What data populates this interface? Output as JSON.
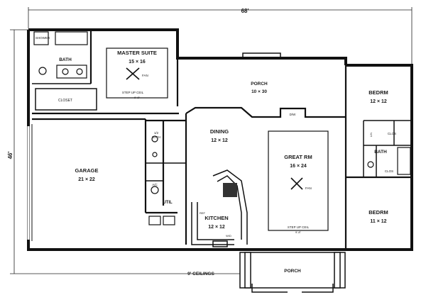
{
  "dimensions": {
    "width": "68'",
    "depth": "46'"
  },
  "rooms": {
    "master_suite": {
      "name": "MASTER SUITE",
      "size": "15 × 16",
      "ceiling": "STEP UP CEIL",
      "ceiling_height": "9'-8\""
    },
    "bath_master": {
      "name": "BATH"
    },
    "shower": {
      "name": "SHOWER"
    },
    "closet": {
      "name": "CLOSET"
    },
    "porch_rear": {
      "name": "PORCH",
      "size": "10 × 30"
    },
    "bedroom_1": {
      "name": "BEDRM",
      "size": "12 × 12"
    },
    "clos_1": {
      "name": "CLOS"
    },
    "lin": {
      "name": "LIN"
    },
    "bath_2": {
      "name": "BATH"
    },
    "clos_2": {
      "name": "CLOS"
    },
    "dining": {
      "name": "DINING",
      "size": "12 × 12"
    },
    "great_room": {
      "name": "GREAT RM",
      "size": "16 × 24",
      "ceiling": "STEP UP CEIL",
      "ceiling_height": "9'-8\""
    },
    "half_bath": {
      "name": "1/2",
      "name2": "BATH"
    },
    "garage": {
      "name": "GARAGE",
      "size": "21 × 22"
    },
    "ac": {
      "name": "A/C"
    },
    "util": {
      "name": "UTIL"
    },
    "kitchen": {
      "name": "KITCHEN",
      "size": "12 × 12"
    },
    "bedroom_2": {
      "name": "BEDRM",
      "size": "11 × 12"
    },
    "porch_front": {
      "name": "PORCH"
    }
  },
  "labels": {
    "fan_1": "FAN",
    "fan_2": "FAN",
    "dw": "D/W",
    "ref": "REF",
    "wd": "W/D",
    "ceilings_note": "9' CEILINGS"
  }
}
